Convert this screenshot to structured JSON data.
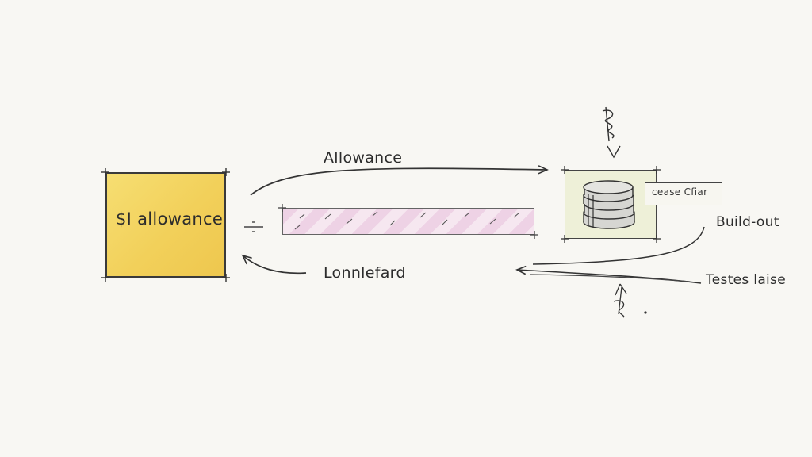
{
  "diagram": {
    "nodes": {
      "allowance_box": {
        "label": "$I allowance",
        "color": "#f2d05a"
      },
      "progress_bar": {
        "color": "#eecfe4"
      },
      "coin_box": {
        "tag_label": "cease Cfiar",
        "color": "#eef0d8"
      }
    },
    "edges": {
      "top_arrow_label": "Allowance",
      "bottom_arrow_label": "Lonnlefard"
    },
    "annotations": {
      "build_out": "Build-out",
      "testes_laise": "Testes laise"
    },
    "icons": [
      "coin-stack-icon",
      "divide-icon",
      "scribble-mark-top",
      "scribble-mark-bottom"
    ]
  }
}
